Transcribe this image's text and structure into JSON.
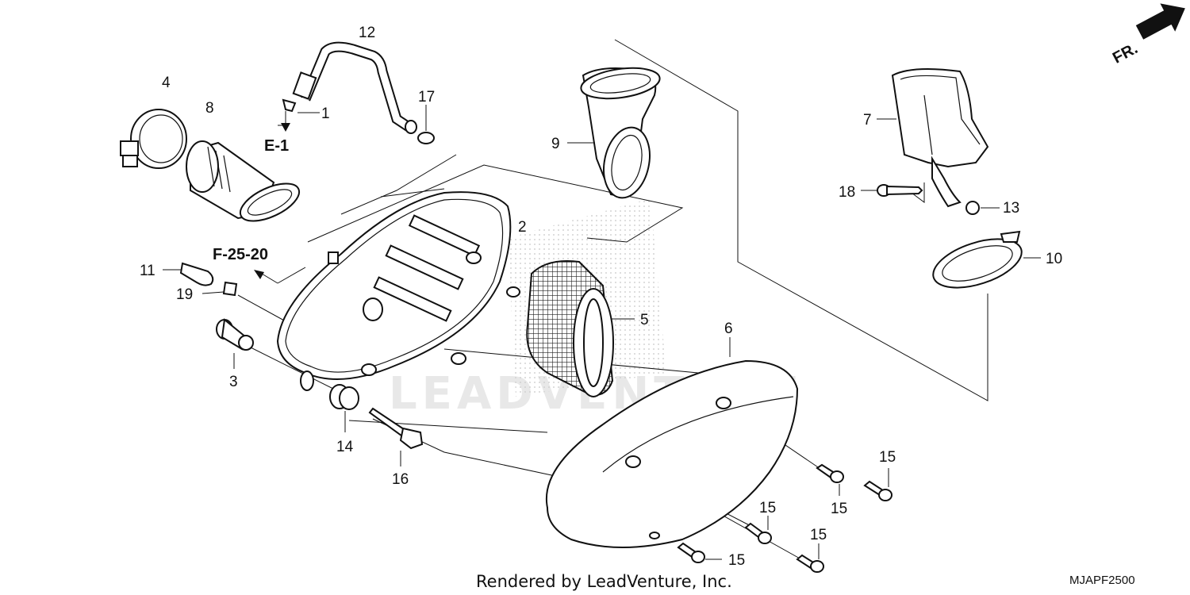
{
  "labels": {
    "p1": "1",
    "p2": "2",
    "p3": "3",
    "p4": "4",
    "p5": "5",
    "p6": "6",
    "p7": "7",
    "p8": "8",
    "p9": "9",
    "p10": "10",
    "p11": "11",
    "p12": "12",
    "p13": "13",
    "p14": "14",
    "p16": "16",
    "p17": "17",
    "p18": "18",
    "p19": "19",
    "p15": "15"
  },
  "refs": {
    "e1": "E-1",
    "f2520": "F-25-20"
  },
  "orientation": "FR.",
  "footer": "Rendered by LeadVenture, Inc.",
  "diagram_code": "MJAPF2500",
  "watermark": "LEADVENTURE"
}
